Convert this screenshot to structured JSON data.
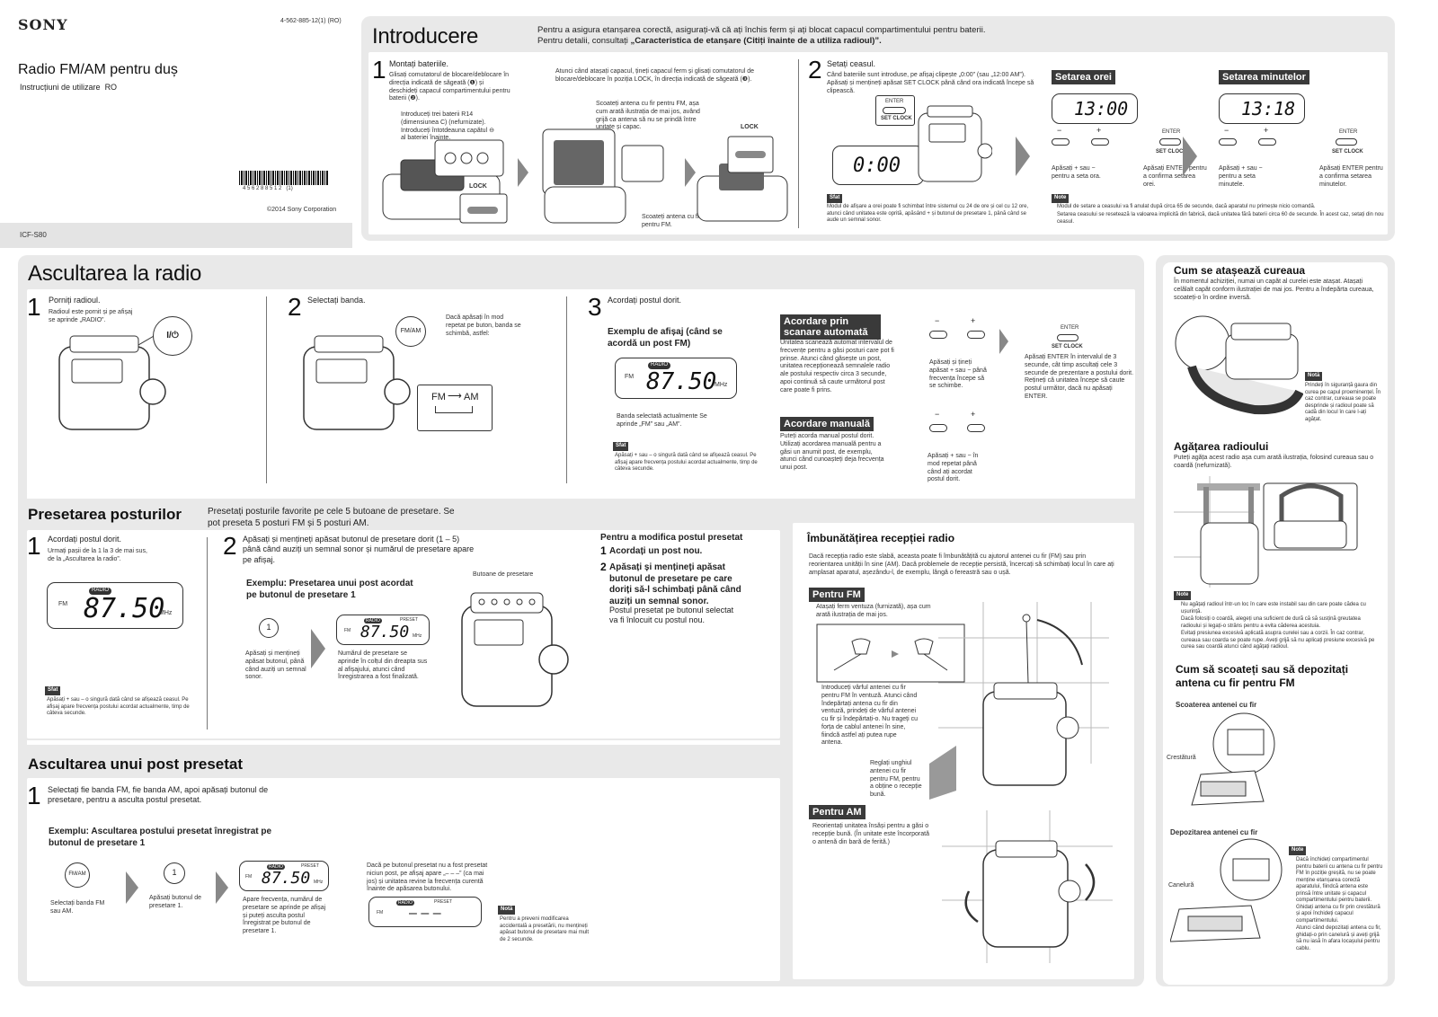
{
  "cover": {
    "brand": "SONY",
    "code": "4-562-885-12(1) (RO)",
    "title": "Radio FM/AM pentru duș",
    "subtitle": "Instrucțiuni de utilizare",
    "lang": "RO",
    "barcode_num": "4 5 6 2 8 8 5 1 2",
    "barcode_suffix": "(1)",
    "copyright": "©2014 Sony Corporation",
    "model": "ICF-S80"
  },
  "intro": {
    "title": "Introducere",
    "warning": "Pentru a asigura etanșarea corectă, asigurați-vă că ați închis ferm și ați blocat capacul compartimentului pentru baterii. Pentru detalii, consultați ",
    "warning_bold": "„Caracteristica de etanșare (Citiți înainte de a utiliza radioul)”.",
    "s1_num": "1",
    "s1_title": "Montați bateriile.",
    "s1_text": "Glisați comutatorul de blocare/deblocare în direcția indicată de săgeată (❶) și deschideți capacul compartimentului pentru baterii (❷).",
    "s1_batt": "Introduceți trei baterii R14 (dimensiunea C) (nefurnizate). Introduceți întotdeauna capătul ⊖ al bateriei înainte.",
    "s1_mid": "Scoateți antena cu fir pentru FM, așa cum arată ilustrația de mai jos, având grijă ca antena să nu se prindă între unitate și capac.",
    "s1_right": "Atunci când atașați capacul, țineți capacul ferm și glisați comutatorul de blocare/deblocare în poziția LOCK, în direcția indicată de săgeată (❸).",
    "s1_antenna": "Scoateți antena cu fir pentru FM.",
    "lock": "LOCK",
    "s2_num": "2",
    "s2_title": "Setați ceasul.",
    "s2_text": "Când bateriile sunt introduse, pe afișaj clipește „0:00” (sau „12:00 AM”). Apăsați și mențineți apăsat SET CLOCK până când ora indicată începe să clipească.",
    "enter": "ENTER",
    "set_clock": "SET CLOCK",
    "disp_000": "0:00",
    "hour_tag": "Setarea orei",
    "min_tag": "Setarea minutelor",
    "hour_disp": "13:00",
    "min_disp": "13:18",
    "minus": "−",
    "plus": "+",
    "hour_cap": "Apăsați + sau − pentru a seta ora.",
    "hour_cap2": "Apăsați ENTER pentru a confirma setarea orei.",
    "min_cap": "Apăsați + sau − pentru a seta minutele.",
    "min_cap2": "Apăsați ENTER pentru a confirma setarea minutelor.",
    "sfat": "Sfat",
    "sfat_text": "Modul de afișare a orei poate fi schimbat între sistemul cu 24 de ore și cel cu 12 ore, atunci când unitatea este oprită, apăsând + și butonul de presetare 1, până când se aude un semnal sonor.",
    "note": "Note",
    "note1": "Modul de setare a ceasului va fi anulat după circa 65 de secunde, dacă aparatul nu primește nicio comandă.",
    "note2": "Setarea ceasului se resetează la valoarea implicită din fabrică, dacă unitatea fără baterii circa 60 de secunde. În acest caz, setați din nou ceasul."
  },
  "listen": {
    "title": "Ascultarea la radio",
    "s1_num": "1",
    "s1_title": "Porniți radioul.",
    "s1_text": "Radioul este pornit și pe afișaj se aprinde „RADIO”.",
    "power": "I/⏻",
    "s2_num": "2",
    "s2_title": "Selectați banda.",
    "s2_text": "Dacă apăsați în mod repetat pe buton, banda se schimbă, astfel:",
    "fmam": "FM/AM",
    "fm": "FM",
    "am": "AM",
    "s3_num": "3",
    "s3_title": "Acordați postul dorit.",
    "ex_title": "Exemplu de afișaj (când se acordă un post FM)",
    "radio_badge": "RADIO",
    "fm_label": "FM",
    "freq": "87.50",
    "mhz": "MHz",
    "band_cap": "Banda selectată actualmente Se aprinde „FM” sau „AM”.",
    "sfat": "Sfat",
    "sfat_text": "Apăsați + sau – o singură dată când se afișează ceasul. Pe afișaj apare frecvența postului acordat actualmente, timp de câteva secunde.",
    "auto_tag": "Acordare prin scanare automată",
    "auto_text": "Unitatea scanează automat intervalul de frecvențe pentru a găsi posturi care pot fi prinse. Atunci când găsește un post, unitatea recepționează semnalele radio ale postului respectiv circa 3 secunde, apoi continuă să caute următorul post care poate fi prins.",
    "auto_cap1": "Apăsați și țineți apăsat + sau − până frecvența începe să se schimbe.",
    "auto_cap2": "Apăsați ENTER în intervalul de 3 secunde, cât timp ascultați cele 3 secunde de prezentare a postului dorit. Rețineți că unitatea începe să caute postul următor, dacă nu apăsați ENTER.",
    "enter": "ENTER",
    "set_clock": "SET CLOCK",
    "manual_tag": "Acordare manuală",
    "manual_text": "Puteți acorda manual postul dorit. Utilizați acordarea manuală pentru a găsi un anumit post, de exemplu, atunci când cunoașteți deja frecvența unui post.",
    "manual_cap": "Apăsați + sau − în mod repetat până când ați acordat postul dorit.",
    "minus": "−",
    "plus": "+"
  },
  "preset": {
    "title": "Presetarea posturilor",
    "intro": "Presetați posturile favorite pe cele 5 butoane de presetare. Se pot preseta 5 posturi FM și 5 posturi AM.",
    "s1_num": "1",
    "s1_title": "Acordați postul dorit.",
    "s1_text": "Urmați pașii de la 1 la 3 de mai sus, de la „Ascultarea la radio”.",
    "fm": "FM",
    "radio": "RADIO",
    "freq": "87.50",
    "mhz": "MHz",
    "sfat": "Sfat",
    "sfat_text": "Apăsați + sau – o singură dată când se afișează ceasul. Pe afișaj apare frecvența postului acordat actualmente, timp de câteva secunde.",
    "s2_num": "2",
    "s2_title": "Apăsați și mențineți apăsat butonul de presetare dorit (1 – 5) până când auziți un semnal sonor și numărul de presetare apare pe afișaj.",
    "ex": "Exemplu: Presetarea unui post acordat pe butonul de presetare 1",
    "preset_lbl": "PRESET",
    "btn1": "1",
    "cap1": "Apăsați și mențineți apăsat butonul, până când auziți un semnal sonor.",
    "cap2": "Numărul de presetare se aprinde în colțul din dreapta sus al afișajului, atunci când înregistrarea a fost finalizată.",
    "buttons_lbl": "Butoane de presetare",
    "mod_title": "Pentru a modifica postul presetat",
    "mod1": "Acordați un post nou.",
    "mod2": "Apăsați și mențineți apăsat butonul de presetare pe care doriți să-l schimbați până când auziți un semnal sonor.",
    "mod2b": "Postul presetat pe butonul selectat va fi înlocuit cu postul nou."
  },
  "listenp": {
    "title": "Ascultarea unui post presetat",
    "s1_num": "1",
    "s1_text": "Selectați fie banda FM, fie banda AM, apoi apăsați butonul de presetare, pentru a asculta postul presetat.",
    "ex": "Exemplu: Ascultarea postului presetat înregistrat pe butonul de presetare 1",
    "fmam": "FM/AM",
    "btn1": "1",
    "cap1": "Selectați banda FM sau AM.",
    "cap2": "Apăsați butonul de presetare 1.",
    "cap3": "Apare frecvența, numărul de presetare se aprinde pe afișaj și puteți asculta postul înregistrat pe butonul de presetare 1.",
    "empty_text": "Dacă pe butonul presetat nu a fost presetat niciun post, pe afișaj apare „– – –” (ca mai jos) și unitatea revine la frecvența curentă înainte de apăsarea butonului.",
    "dashes": "– – –",
    "nota": "Notă",
    "nota_text": "Pentru a preveni modificarea accidentală a presetării, nu mențineți apăsat butonul de presetare mai mult de 2 secunde.",
    "fm": "FM",
    "freq": "87.50",
    "mhz": "MHz",
    "preset_lbl": "PRESET",
    "radio": "RADIO"
  },
  "improve": {
    "title": "Îmbunătățirea recepției radio",
    "text": "Dacă recepția radio este slabă, aceasta poate fi îmbunătățită cu ajutorul antenei cu fir (FM) sau prin reorientarea unității în sine (AM). Dacă problemele de recepție persistă, încercați să schimbați locul în care ați amplasat aparatul, așezându-l, de exemplu, lângă o fereastră sau o ușă.",
    "fm_tag": "Pentru FM",
    "fm_text": "Atașați ferm ventuza (furnizată), așa cum arată ilustrația de mai jos.",
    "fm_text2": "Introduceți vârful antenei cu fir pentru FM în ventuză. Atunci când îndepărtați antena cu fir din ventuză, prindeți de vârful antenei cu fir și îndepărtați-o. Nu trageți cu forța de cablul antenei în sine, fiindcă astfel ați putea rupe antena.",
    "fm_text3": "Reglați unghiul antenei cu fir pentru FM, pentru a obține o recepție bună.",
    "am_tag": "Pentru AM",
    "am_text": "Reorientați unitatea însăși pentru a găsi o recepție bună. (În unitate este încorporată o antenă din bară de ferită.)"
  },
  "side": {
    "strap_title": "Cum se atașează cureaua",
    "strap_text": "În momentul achiziției, numai un capăt al curelei este atașat. Atașați celălalt capăt conform ilustrației de mai jos. Pentru a îndepărta cureaua, scoateți-o în ordine inversă.",
    "nota": "Notă",
    "nota_text": "Prindeți în siguranță gaura din curea pe capul proeminențel. În caz contrar, cureaua se poate desprinde și radioul poate să cadă din locul în care l-ați agățat.",
    "hang_title": "Agățarea radioului",
    "hang_text": "Puteți agăța acest radio așa cum arată ilustrația, folosind cureaua sau o coardă (nefurnizată).",
    "note": "Note",
    "n1": "Nu agățați radioul într-un loc în care este instabil sau din care poate cădea cu ușurință.",
    "n2": "Dacă folosiți o coardă, alegeți una suficient de durã că să susțină greutatea radioului și legați-o strâns pentru a evita căderea acestuia.",
    "n3": "Evitați presiunea excesivă aplicată asupra curelei sau a corzii. În caz contrar, cureaua sau coarda se poate rupe. Aveți grijă să nu aplicați presiune excesivă pe curea sau coardă atunci când agățați radioul.",
    "ant_title": "Cum să scoateți sau să depozitați antena cu fir pentru FM",
    "remove": "Scoaterea antenei cu fir",
    "notch": "Crestătură",
    "store": "Depozitarea antenei cu fir",
    "groove": "Canelură",
    "note2": "Note",
    "n4": "Dacă închideți compartimentul pentru baterii cu antena cu fir pentru FM în poziție greșită, nu se poate menține etanșarea corectă aparatului, fiindcă antena este prinsă între unitate și capacul compartimentului pentru baterii. Ghidați antena cu fir prin crestătură și apoi închideți capacul compartimentului.",
    "n5": "Atunci când depozitați antena cu fir, ghidați-o prin canelură și aveți grijă să nu iasă în afara locașului pentru cablu."
  }
}
